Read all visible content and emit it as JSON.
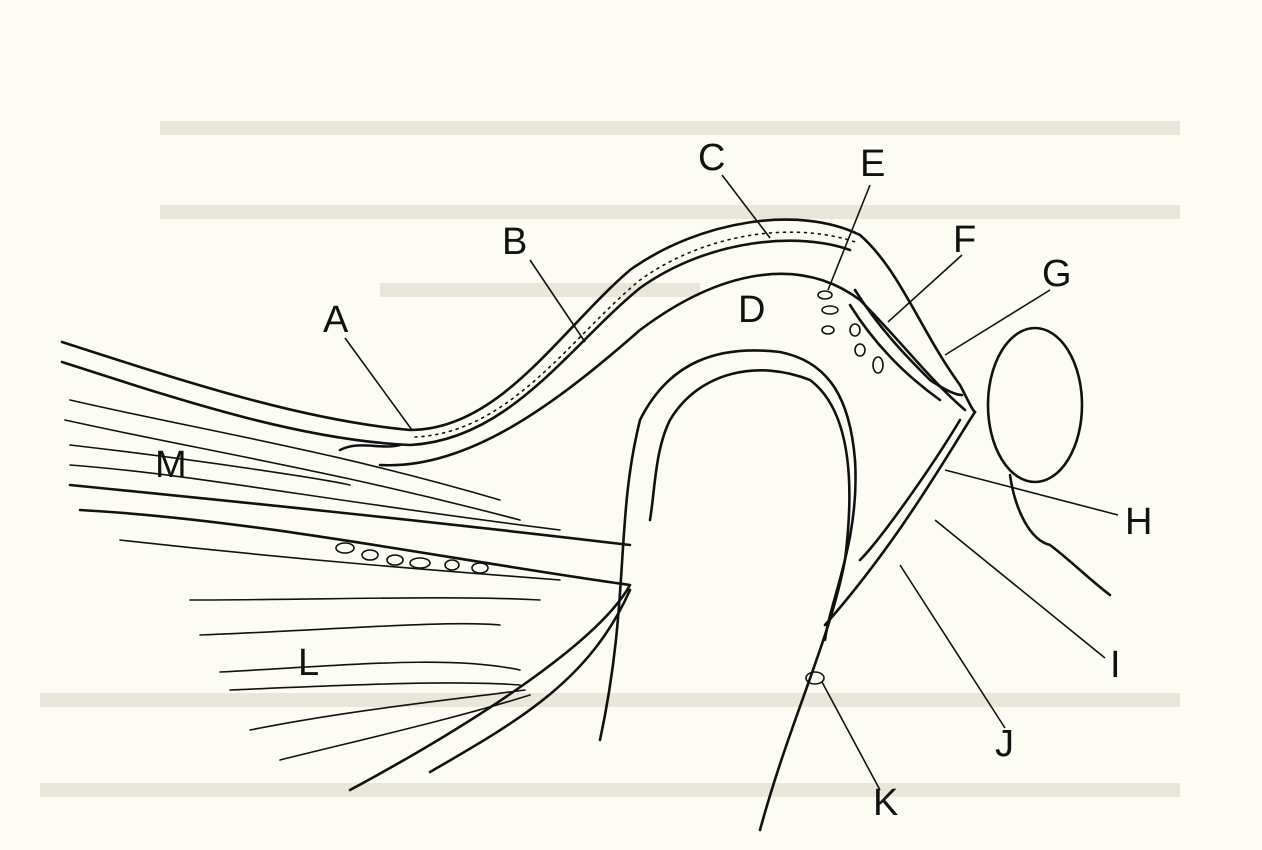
{
  "diagram": {
    "labels": {
      "A": "A",
      "B": "B",
      "C": "C",
      "D": "D",
      "E": "E",
      "F": "F",
      "G": "G",
      "H": "H",
      "I": "I",
      "J": "J",
      "K": "K",
      "L": "L",
      "M": "M"
    },
    "colors": {
      "background": "#fdfcf4",
      "ink": "#111111"
    }
  }
}
